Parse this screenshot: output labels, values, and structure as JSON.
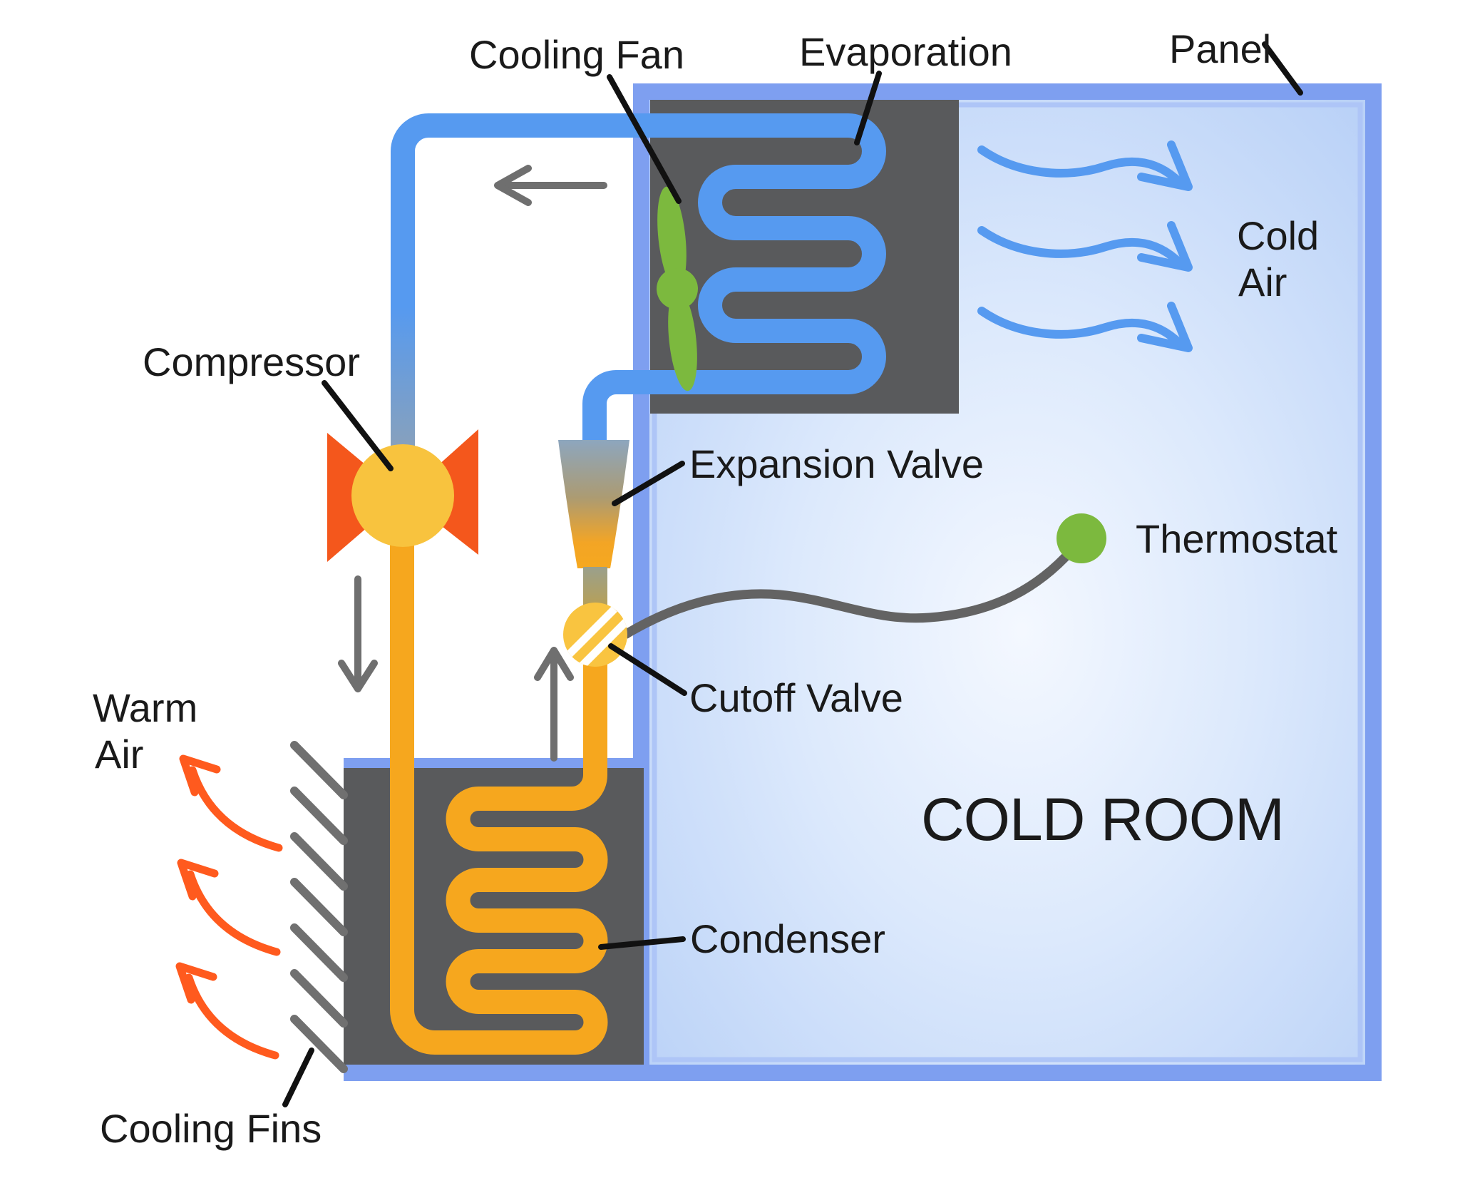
{
  "title": "Cold room refrigeration cycle diagram",
  "labels": {
    "cooling_fan": "Cooling Fan",
    "evaporation": "Evaporation",
    "panel": "Panel",
    "cold_air": [
      "Cold",
      "Air"
    ],
    "compressor": "Compressor",
    "expansion_valve": "Expansion Valve",
    "thermostat": "Thermostat",
    "cutoff_valve": "Cutoff Valve",
    "warm_air": [
      "Warm",
      "Air"
    ],
    "condenser": "Condenser",
    "cold_room": "COLD ROOM",
    "cooling_fins": "Cooling Fins"
  },
  "colors": {
    "panel_border": "#7E9FF0",
    "panel_border_inner": "#AEC5F7",
    "unit_box": "#595A5C",
    "refrigerant_cold": "#569AF0",
    "refrigerant_hot": "#F6A71E",
    "compressor_body": "#F8C33E",
    "compressor_mount": "#F4571C",
    "valve_body": "#F9C440",
    "valve_stripe": "#FFFFFF",
    "fan_green": "#7CB93E",
    "thermostat_green": "#7CB93E",
    "flow_arrow_gray": "#6F6F6F",
    "wire_gray": "#636363",
    "cold_air_blue": "#569AF0",
    "warm_air_orange": "#FF5A1E",
    "fin_gray": "#707070",
    "pointer_black": "#111111",
    "label_text": "#1A1A1A"
  }
}
